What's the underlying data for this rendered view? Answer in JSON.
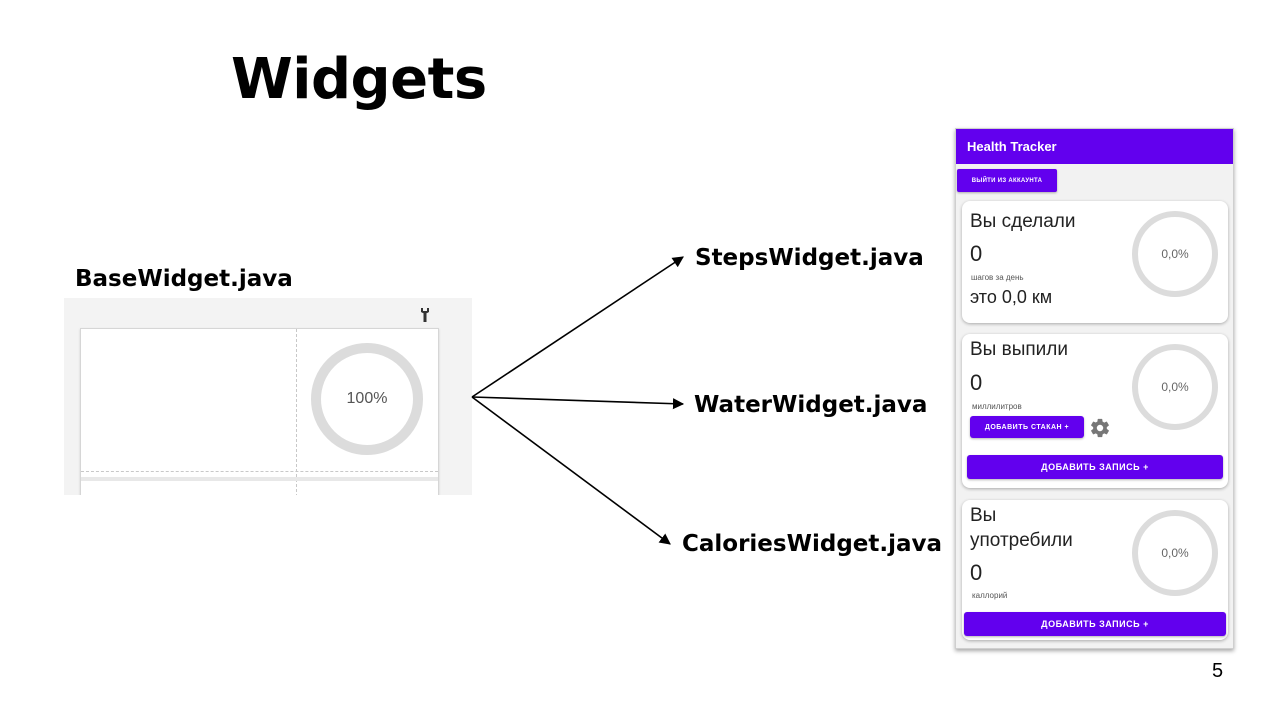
{
  "slide": {
    "title": "Widgets",
    "page_number": "5"
  },
  "labels": {
    "base": "BaseWidget.java",
    "steps": "StepsWidget.java",
    "water": "WaterWidget.java",
    "calories": "CaloriesWidget.java"
  },
  "base_widget": {
    "progress_text": "100%",
    "icon": "wrench-icon"
  },
  "app": {
    "title": "Health Tracker",
    "logout_label": "ВЫЙТИ ИЗ АККАУНТА",
    "steps": {
      "title": "Вы сделали",
      "value": "0",
      "unit": "шагов за день",
      "extra": "это 0,0 км",
      "progress_text": "0,0%"
    },
    "water": {
      "title": "Вы выпили",
      "value": "0",
      "unit": "миллилитров",
      "add_glass_label": "ДОБАВИТЬ СТАКАН +",
      "add_record_label": "ДОБАВИТЬ ЗАПИСЬ +",
      "progress_text": "0,0%"
    },
    "calories": {
      "title_line1": "Вы",
      "title_line2": "употребили",
      "value": "0",
      "unit": "каллорий",
      "add_record_label": "ДОБАВИТЬ ЗАПИСЬ +",
      "progress_text": "0,0%"
    }
  },
  "colors": {
    "primary": "#6200ee",
    "ring": "#dcdcdc"
  }
}
